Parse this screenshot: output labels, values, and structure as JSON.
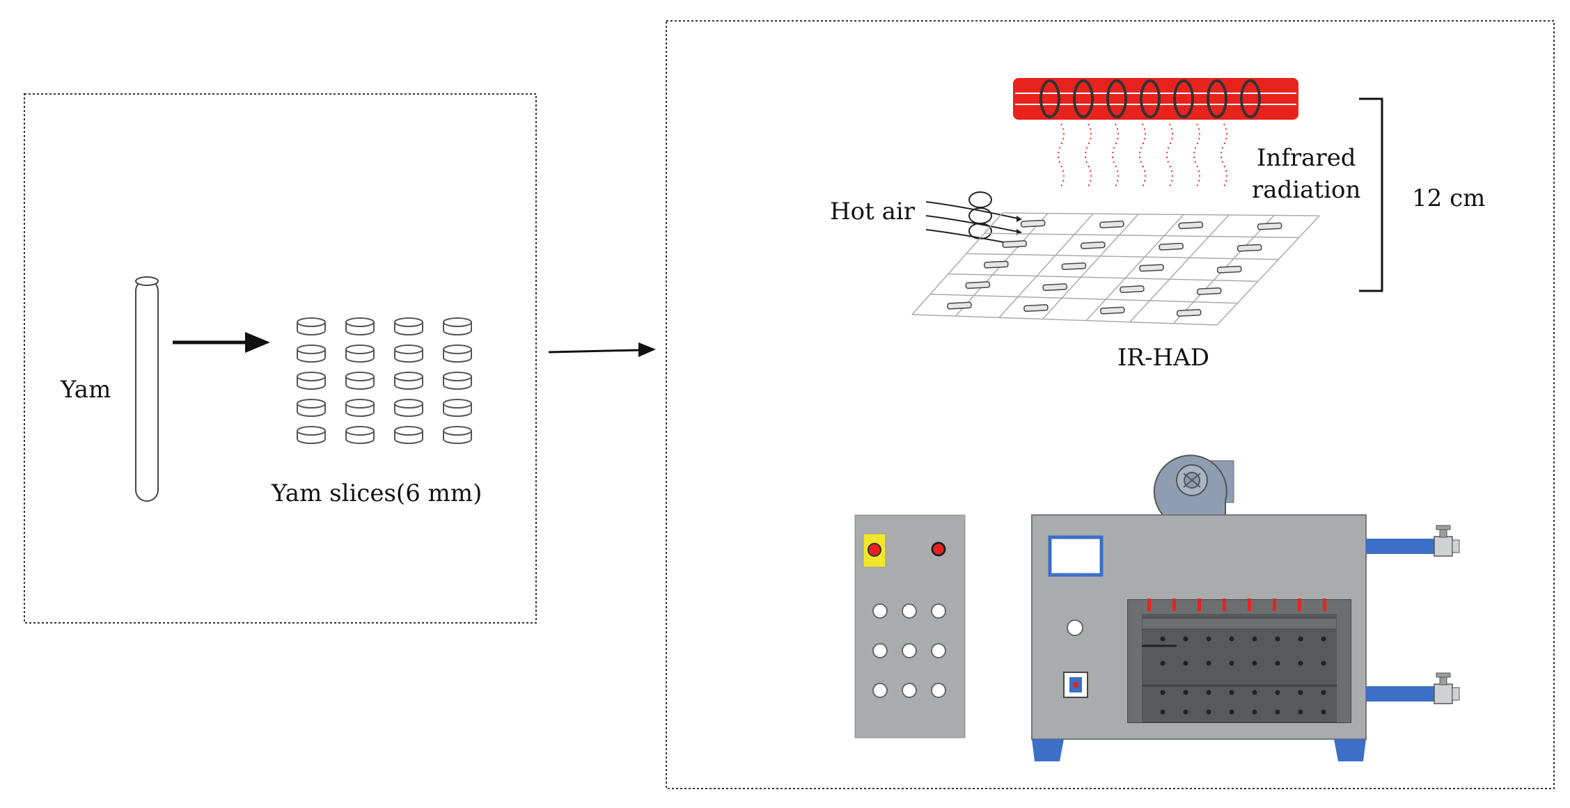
{
  "labels": {
    "yam": "Yam",
    "yam_slices": "Yam slices(6 mm)",
    "hot_air": "Hot air",
    "infrared_line1": "Infrared",
    "infrared_line2": "radiation",
    "distance": "12 cm",
    "ir_had": "IR-HAD"
  },
  "colors": {
    "heater_red": "#e8231e",
    "machine_gray": "#a9abad",
    "dark_panel": "#58595b",
    "accent_blue": "#3d6fc7",
    "button_yellow": "#f2e629",
    "indicator_red": "#e8231e"
  }
}
